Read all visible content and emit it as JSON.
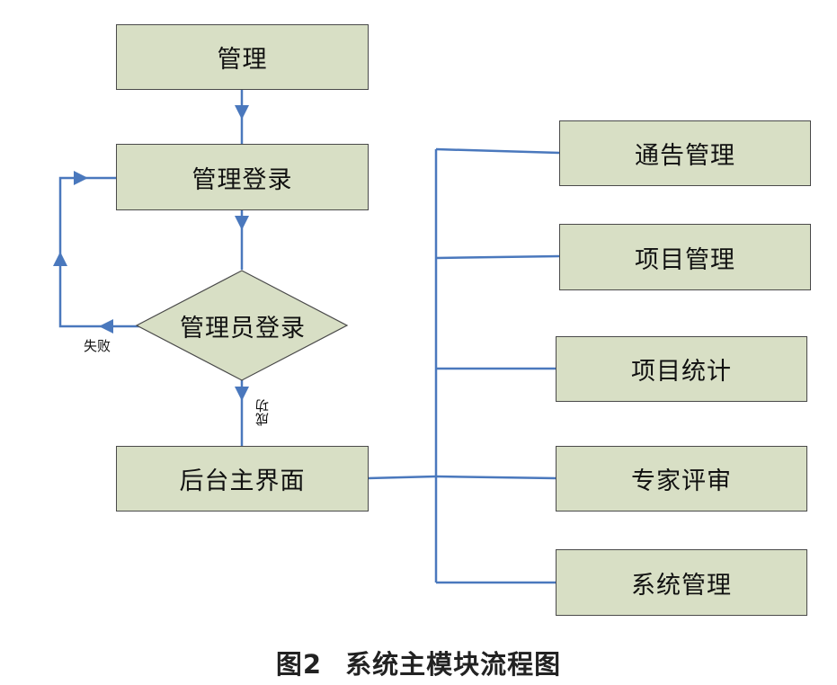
{
  "flow": {
    "manage": "管理",
    "login": "管理登录",
    "decision": "管理员登录",
    "fail_label": "失败",
    "success_label": "成功",
    "main_ui": "后台主界面"
  },
  "modules": [
    {
      "label": "通告管理"
    },
    {
      "label": "项目管理"
    },
    {
      "label": "项目统计"
    },
    {
      "label": "专家评审"
    },
    {
      "label": "系统管理"
    }
  ],
  "caption": {
    "number": "图2",
    "title": "系统主模块流程图"
  },
  "colors": {
    "box_fill": "#d8dfc5",
    "box_border": "#4a4a4a",
    "connector": "#4a78bd"
  }
}
